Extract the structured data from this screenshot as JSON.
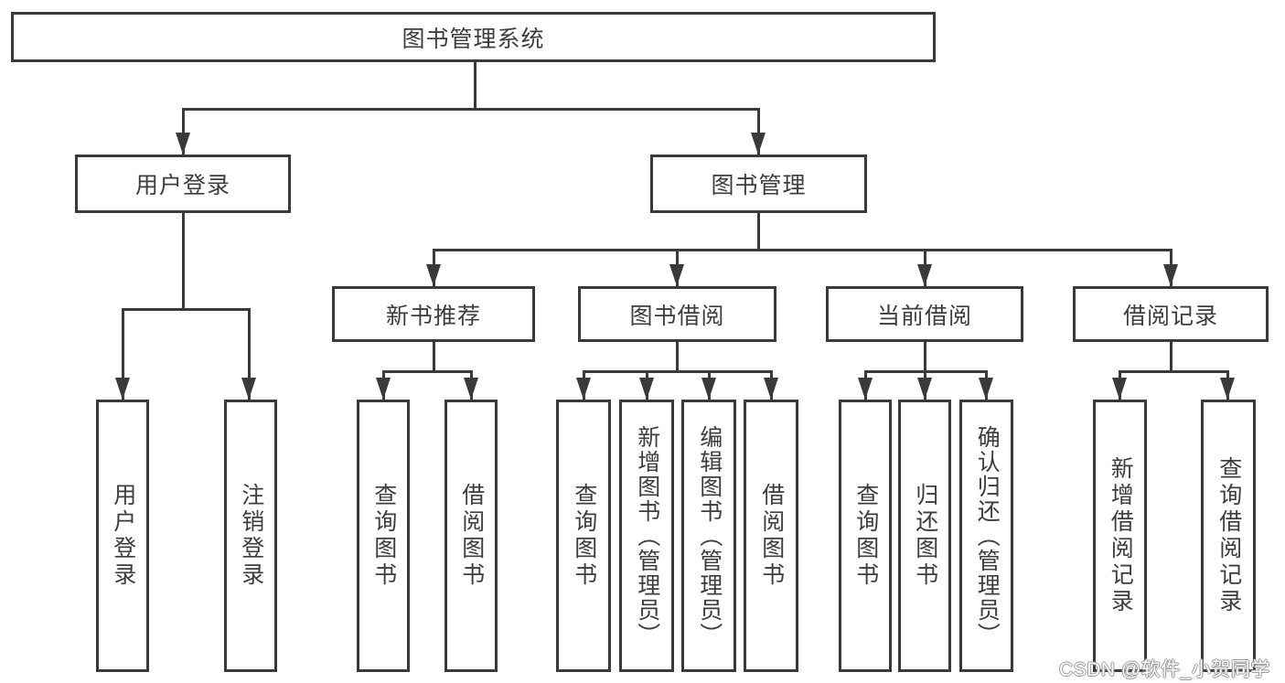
{
  "nodes": {
    "root": "图书管理系统",
    "user_login": "用户登录",
    "book_management": "图书管理",
    "new_book_recommend": "新书推荐",
    "book_borrow": "图书借阅",
    "current_borrow": "当前借阅",
    "borrow_records": "借阅记录",
    "user_login_leaf": "用户登录",
    "logout": "注销登录",
    "nb_query_books": "查询图书",
    "nb_borrow_books": "借阅图书",
    "bb_query_books": "查询图书",
    "bb_add_books": "新增图书（管理员）",
    "bb_edit_books": "编辑图书（管理员）",
    "bb_borrow_books": "借阅图书",
    "cb_query_books": "查询图书",
    "cb_return_books": "归还图书",
    "cb_confirm_return": "确认归还（管理员）",
    "br_add_record": "新增借阅记录",
    "br_query_record": "查询借阅记录"
  },
  "hierarchy": {
    "图书管理系统": {
      "用户登录": [
        "用户登录",
        "注销登录"
      ],
      "图书管理": {
        "新书推荐": [
          "查询图书",
          "借阅图书"
        ],
        "图书借阅": [
          "查询图书",
          "新增图书（管理员）",
          "编辑图书（管理员）",
          "借阅图书"
        ],
        "当前借阅": [
          "查询图书",
          "归还图书",
          "确认归还（管理员）"
        ],
        "借阅记录": [
          "新增借阅记录",
          "查询借阅记录"
        ]
      }
    }
  },
  "watermark": {
    "text": "CSDN @软件_小贺同学"
  },
  "colors": {
    "background": "#ffffff",
    "line": "#3a3a3a",
    "text": "#3d3d3d",
    "watermark": "#b5b5b5"
  }
}
